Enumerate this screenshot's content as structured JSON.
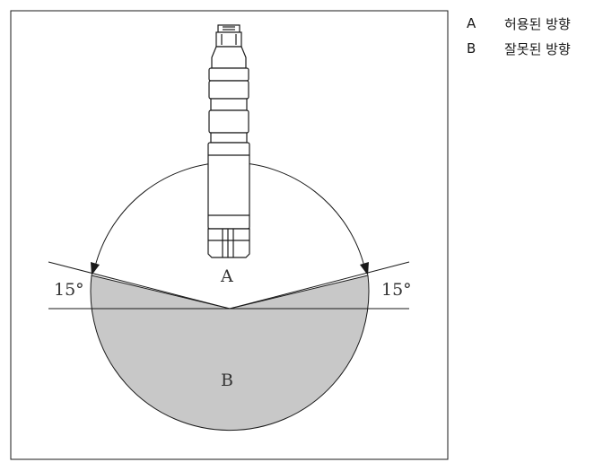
{
  "diagram": {
    "zone_a_label": "A",
    "zone_b_label": "B",
    "angle_left": "15°",
    "angle_right": "15°"
  },
  "legend": [
    {
      "key": "A",
      "text": "허용된 방향"
    },
    {
      "key": "B",
      "text": "잘못된 방향"
    }
  ],
  "colors": {
    "wrong_zone_fill": "#c8c8c8",
    "line": "#1a1a1a"
  }
}
